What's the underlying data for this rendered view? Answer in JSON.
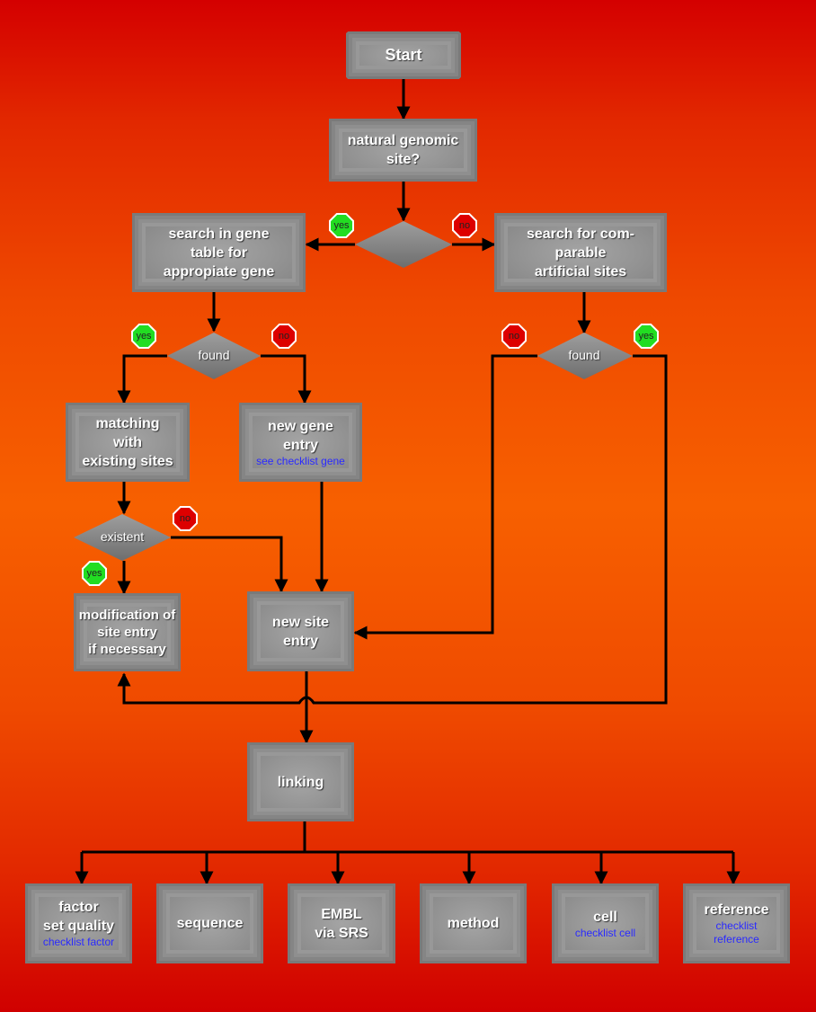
{
  "colors": {
    "yes": "#22dd22",
    "no": "#dd0000",
    "box": "#8f8f8f",
    "link_text": "#2a2aff",
    "background": "#f05000"
  },
  "nodes": {
    "start": {
      "label": "Start"
    },
    "natural": {
      "l1": "natural genomic",
      "l2": "site?"
    },
    "search_gene": {
      "l1": "search in gene",
      "l2": "table for",
      "l3": "appropiate gene"
    },
    "search_art": {
      "l1": "search for com-",
      "l2": "parable",
      "l3": "artificial sites"
    },
    "found1": {
      "label": "found"
    },
    "found2": {
      "label": "found"
    },
    "matching": {
      "l1": "matching",
      "l2": "with",
      "l3": "existing sites"
    },
    "new_gene": {
      "l1": "new gene",
      "l2": "entry",
      "sub": "see checklist gene"
    },
    "existent": {
      "label": "existent"
    },
    "modification": {
      "l1": "modification of",
      "l2": "site entry",
      "l3": "if necessary"
    },
    "new_site": {
      "l1": "new site",
      "l2": "entry"
    },
    "linking": {
      "label": "linking"
    },
    "factor": {
      "l1": "factor",
      "l2": "set quality",
      "sub": "checklist factor"
    },
    "sequence": {
      "label": "sequence"
    },
    "embl": {
      "l1": "EMBL",
      "l2": "via SRS"
    },
    "method": {
      "label": "method"
    },
    "cell": {
      "label": "cell",
      "sub": "checklist cell"
    },
    "reference": {
      "label": "reference",
      "sub1": "checklist",
      "sub2": "reference"
    }
  },
  "badges": {
    "yes": "yes",
    "no": "no"
  }
}
